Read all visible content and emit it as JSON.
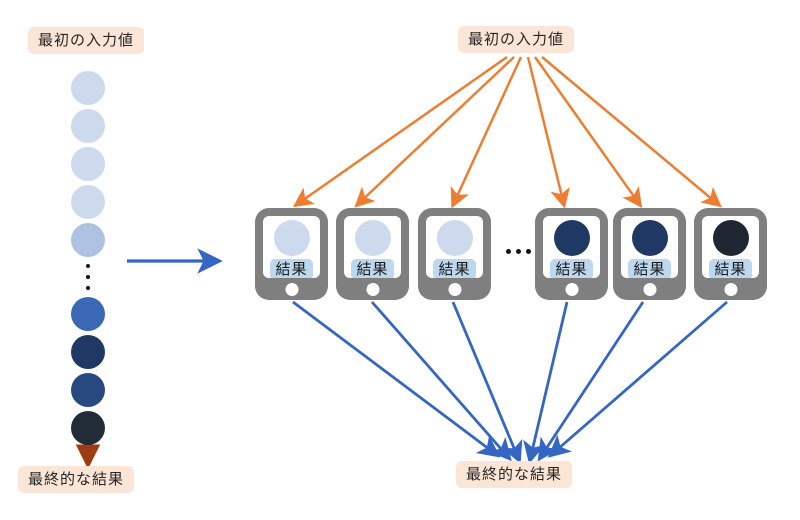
{
  "labels": {
    "left_top": "最初の入力値",
    "left_bottom": "最終的な結果",
    "right_top": "最初の入力値",
    "right_bottom": "最終的な結果"
  },
  "left_chain": {
    "circle_colors": [
      "#CDD9EC",
      "#CDD9EC",
      "#CDD9EC",
      "#CDD9EC",
      "#AEC3E2",
      "#3A68B4",
      "#1F3864",
      "#27497F",
      "#222B38"
    ],
    "vertical_ellipsis": "⋮"
  },
  "devices": {
    "result_label": "結果",
    "screen_circle_colors": [
      "#CDD9EC",
      "#CDD9EC",
      "#CDD9EC",
      "#1F3864",
      "#1F3864",
      "#1F2733"
    ],
    "horizontal_ellipsis": "…"
  },
  "colors": {
    "orange_arrow": "#ED7D31",
    "blue_arrow": "#3566C4",
    "dark_red_arrow": "#9E3B12",
    "label_bg": "#FBE5D6",
    "device_body": "#7F7F7F",
    "result_box_bg": "#BDD7EE",
    "light_circle": "#CDD9EC"
  }
}
